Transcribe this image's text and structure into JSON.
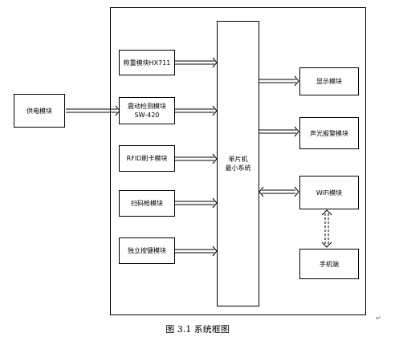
{
  "diagram": {
    "boxes": {
      "power": "供电模块",
      "weigh": "称重模块HX711",
      "vibration": "震动检测模块\nSW-420",
      "rfid": "RFID刷卡模块",
      "scanner": "扫码枪模块",
      "keypad": "独立按键模块",
      "mcu": "单片机\n最小系统",
      "display": "显示模块",
      "alarm": "声光报警模块",
      "wifi": "WiFi模块",
      "phone": "手机端"
    },
    "caption": "图 3.1 系统框图",
    "return_mark": "↵"
  }
}
